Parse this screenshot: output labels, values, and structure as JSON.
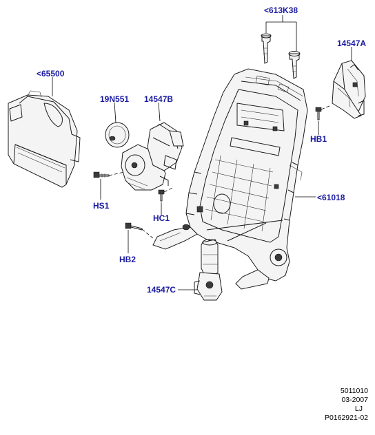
{
  "callouts": {
    "c613k38": "<613K38",
    "c14547a": "14547A",
    "c65500": "<65500",
    "c19n551": "19N551",
    "c14547b": "14547B",
    "chb1": "HB1",
    "c61018": "<61018",
    "chs1": "HS1",
    "chc1": "HC1",
    "chb2": "HB2",
    "c14547c": "14547C"
  },
  "footer": {
    "line1": "5011010",
    "line2": "03-2007",
    "line3": "LJ",
    "line4": "P0162921-02"
  },
  "colors": {
    "callout": "#1a1aa0",
    "linework": "#1b1b1b"
  }
}
